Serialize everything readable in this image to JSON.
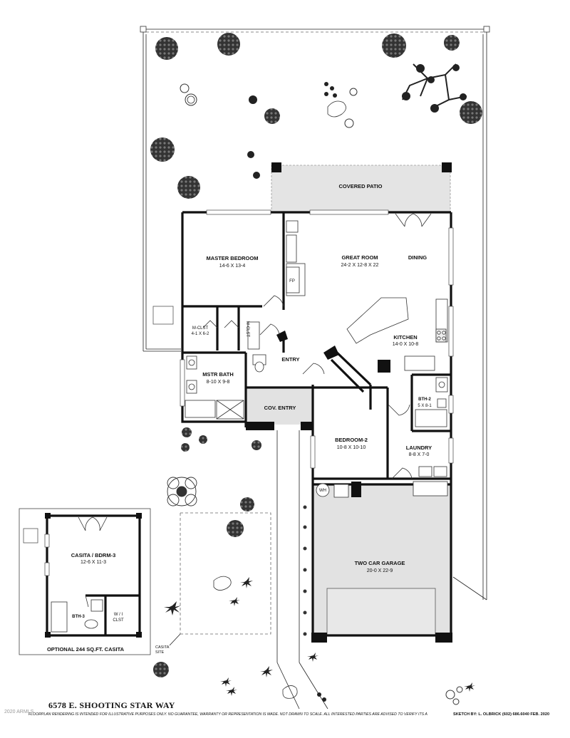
{
  "address": "6578 E. SHOOTING STAR WAY",
  "disclaimer": "FLOORPLAN RENDERING IS INTENDED FOR ILLUSTRATIVE PURPOSES ONLY. NO GUARANTEE, WARRANTY OR REPRESENTATION IS MADE. NOT DRAWN TO SCALE. ALL INTERESTED PARTIES ARE ADVISED TO VERIFY ITS ACCURACY AND COMPLETENESS.",
  "sketch_credit": "SKETCH BY:  L. OLBRICK  (602) 686.6040  FEB. 2020",
  "watermark": "2020 ARMLS",
  "rooms": {
    "covered_patio": {
      "name": "COVERED PATIO"
    },
    "master_bedroom": {
      "name": "MASTER BEDROOM",
      "dims": "14-6  X  13-4"
    },
    "great_room": {
      "name": "GREAT ROOM",
      "dims": "24-2 X 12-8 X 22"
    },
    "dining": {
      "name": "DINING"
    },
    "fireplace": {
      "name": "FP"
    },
    "master_closet_1": {
      "name": "M-CLST",
      "dims": "4-1 X 6-2"
    },
    "master_closet_2": {
      "name": "M-CLST"
    },
    "kitchen": {
      "name": "KITCHEN",
      "dims": "14-0 X 10-8"
    },
    "entry": {
      "name": "ENTRY"
    },
    "master_bath": {
      "name": "MSTR BATH",
      "dims": "8-10 X 9-8"
    },
    "bath_2": {
      "name": "BTH-2",
      "dims": "5 X 8-1"
    },
    "covered_entry": {
      "name": "COV. ENTRY"
    },
    "bedroom_2": {
      "name": "BEDROOM-2",
      "dims": "10-8 X 10-10"
    },
    "laundry": {
      "name": "LAUNDRY",
      "dims": "8-8 X 7-0"
    },
    "water_heater": {
      "name": "WH"
    },
    "garage": {
      "name": "TWO CAR GARAGE",
      "dims": "20-0 X 22-9"
    },
    "casita": {
      "name": "CASITA / BDRM-3",
      "dims": "12-6 X 11-3"
    },
    "bath_3": {
      "name": "BTH-3"
    },
    "walk_in_closet": {
      "name": "W / I",
      "name2": "CLST"
    }
  },
  "casita_caption": "OPTIONAL 244 SQ.FT. CASITA",
  "casita_site": {
    "line1": "CASITA",
    "line2": "SITE"
  }
}
